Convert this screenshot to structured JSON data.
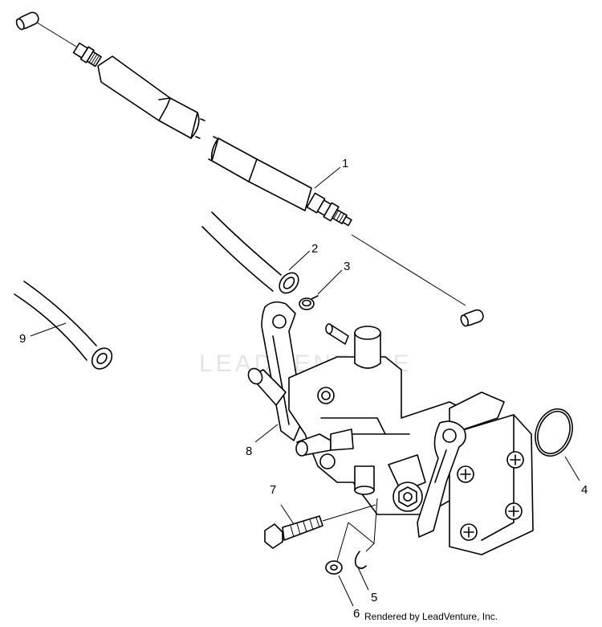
{
  "watermark": "LEADVENTURE",
  "credit": "Rendered by LeadVenture, Inc.",
  "callouts": {
    "c1": "1",
    "c2": "2",
    "c3": "3",
    "c4": "4",
    "c5": "5",
    "c6": "6",
    "c7": "7",
    "c8": "8",
    "c9": "9"
  }
}
